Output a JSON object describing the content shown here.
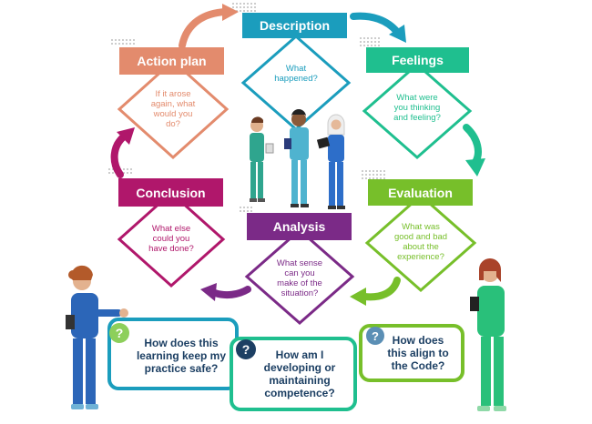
{
  "stages": [
    {
      "key": "description",
      "label": "Description",
      "question": "What\nhappened?",
      "color": "#1b9dbd"
    },
    {
      "key": "feelings",
      "label": "Feelings",
      "question": "What were\nyou thinking\nand feeling?",
      "color": "#1fbf8f"
    },
    {
      "key": "evaluation",
      "label": "Evaluation",
      "question": "What was\ngood and bad\nabout the\nexperience?",
      "color": "#77bf2a"
    },
    {
      "key": "analysis",
      "label": "Analysis",
      "question": "What sense\ncan you\nmake of the\nsituation?",
      "color": "#7b2a87"
    },
    {
      "key": "conclusion",
      "label": "Conclusion",
      "question": "What else\ncould you\nhave done?",
      "color": "#b0176b"
    },
    {
      "key": "action_plan",
      "label": "Action plan",
      "question": "If it arose\nagain, what\nwould you\ndo?",
      "color": "#e38b6d"
    }
  ],
  "cards": [
    {
      "key": "safe",
      "text": "How does this\nlearning keep my\npractice safe?",
      "border": "#1b9dbd",
      "icon": "question-icon"
    },
    {
      "key": "competence",
      "text": "How am I\ndeveloping or\nmaintaining\ncompetence?",
      "border": "#1fbf8f",
      "icon": "question-icon"
    },
    {
      "key": "code",
      "text": "How does\nthis align to\nthe Code?",
      "border": "#77bf2a",
      "icon": "question-icon"
    }
  ],
  "people_icons": [
    "nurse-icon",
    "doctor-icon",
    "nurse-hijab-icon",
    "nurse-tablet-icon",
    "nurse-clipboard-icon"
  ]
}
